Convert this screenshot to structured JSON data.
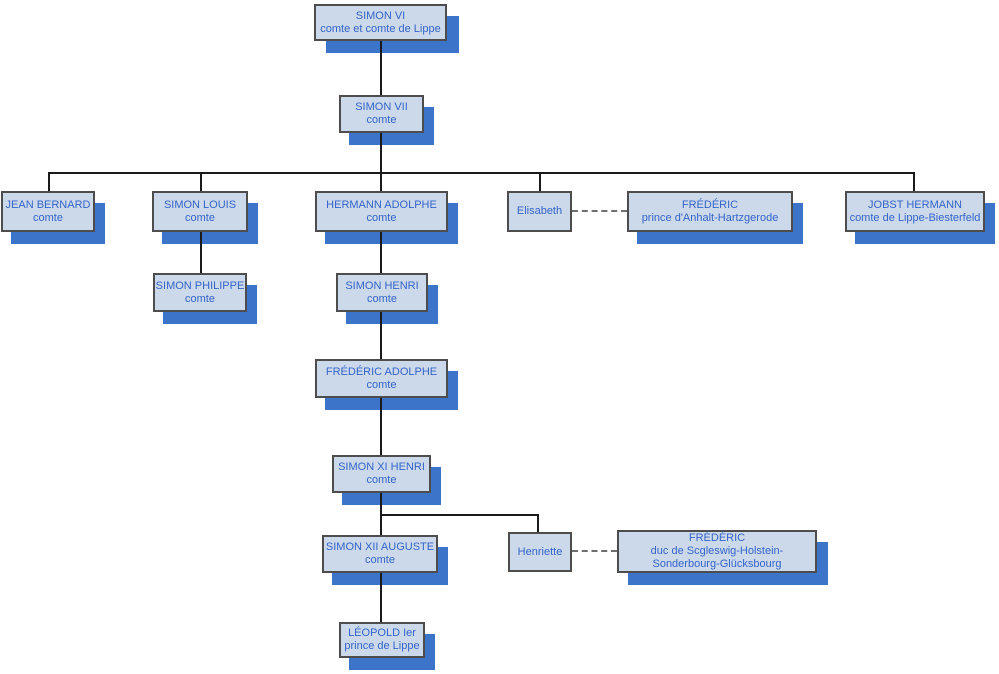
{
  "diagram_type": "genealogy-family-tree",
  "colors": {
    "box_fill": "#ccd9ea",
    "box_border": "#4d4d4d",
    "text": "#3464c8",
    "shadow_blue": "#3b74c9",
    "connector": "#1a1a1a",
    "dashed_marriage": "#6e6e6e",
    "background": "#ffffff"
  },
  "nodes": {
    "simon6": {
      "name": "SIMON VI",
      "title": "comte et comte de Lippe"
    },
    "simon7": {
      "name": "SIMON VII",
      "title": "comte"
    },
    "jean_bernard": {
      "name": "JEAN BERNARD",
      "title": "comte"
    },
    "simon_louis": {
      "name": "SIMON LOUIS",
      "title": "comte"
    },
    "hermann_adolphe": {
      "name": "HERMANN ADOLPHE",
      "title": "comte"
    },
    "elisabeth": {
      "name": "Elisabeth"
    },
    "frederic_anhalt": {
      "name": "FRÉDÉRIC",
      "title": "prince d'Anhalt-Hartzgerode"
    },
    "jobst_hermann": {
      "name": "JOBST HERMANN",
      "title": "comte de Lippe-Biesterfeld"
    },
    "simon_philippe": {
      "name": "SIMON PHILIPPE",
      "title": "comte"
    },
    "simon_henri": {
      "name": "SIMON HENRI",
      "title": "comte"
    },
    "frederic_adolphe": {
      "name": "FRÉDÉRIC ADOLPHE",
      "title": "comte"
    },
    "simon11": {
      "name": "SIMON XI HENRI",
      "title": "comte"
    },
    "simon12": {
      "name": "SIMON XII AUGUSTE",
      "title": "comte"
    },
    "henriette": {
      "name": "Henriette"
    },
    "frederic_schleswig": {
      "name": "FRÉDÉRIC",
      "title": "duc de Scgleswig-Holstein-Sonderbourg-Glücksbourg"
    },
    "leopold": {
      "name": "LÉOPOLD Ier",
      "title": "prince de Lippe"
    }
  },
  "edges": [
    {
      "from": "simon6",
      "to": "simon7",
      "type": "descent"
    },
    {
      "from": "simon7",
      "to": "jean_bernard",
      "type": "descent"
    },
    {
      "from": "simon7",
      "to": "simon_louis",
      "type": "descent"
    },
    {
      "from": "simon7",
      "to": "hermann_adolphe",
      "type": "descent"
    },
    {
      "from": "simon7",
      "to": "elisabeth",
      "type": "descent"
    },
    {
      "from": "simon7",
      "to": "jobst_hermann",
      "type": "descent"
    },
    {
      "from": "elisabeth",
      "to": "frederic_anhalt",
      "type": "marriage"
    },
    {
      "from": "simon_louis",
      "to": "simon_philippe",
      "type": "descent"
    },
    {
      "from": "hermann_adolphe",
      "to": "simon_henri",
      "type": "descent"
    },
    {
      "from": "simon_henri",
      "to": "frederic_adolphe",
      "type": "descent"
    },
    {
      "from": "frederic_adolphe",
      "to": "simon11",
      "type": "descent"
    },
    {
      "from": "simon11",
      "to": "simon12",
      "type": "descent"
    },
    {
      "from": "simon11",
      "to": "henriette",
      "type": "descent"
    },
    {
      "from": "henriette",
      "to": "frederic_schleswig",
      "type": "marriage"
    },
    {
      "from": "simon12",
      "to": "leopold",
      "type": "descent"
    }
  ]
}
